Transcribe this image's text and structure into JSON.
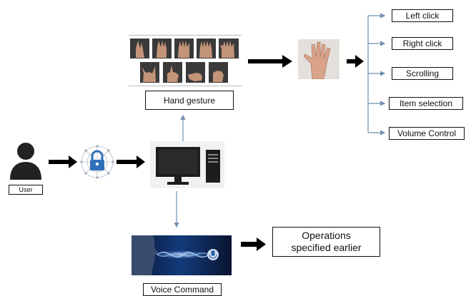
{
  "actor": {
    "label": "User"
  },
  "gesture": {
    "label": "Hand gesture"
  },
  "voice": {
    "label": "Voice Command"
  },
  "outcome": {
    "line1": "Operations",
    "line2": "specified earlier"
  },
  "actions": [
    {
      "label": "Left click"
    },
    {
      "label": "Right click"
    },
    {
      "label": "Scrolling"
    },
    {
      "label": "Item selection"
    },
    {
      "label": "Volume Control"
    }
  ],
  "icons": {
    "user": "user-icon",
    "lock": "lock-icon",
    "computer": "computer-icon",
    "gestures": "hand-gesture-samples",
    "palm": "open-palm-icon",
    "voice": "voice-wave-image"
  },
  "colors": {
    "thick_arrow": "#000000",
    "thin_connector": "#6f8fb0",
    "lock_blue": "#2f6fb8"
  }
}
